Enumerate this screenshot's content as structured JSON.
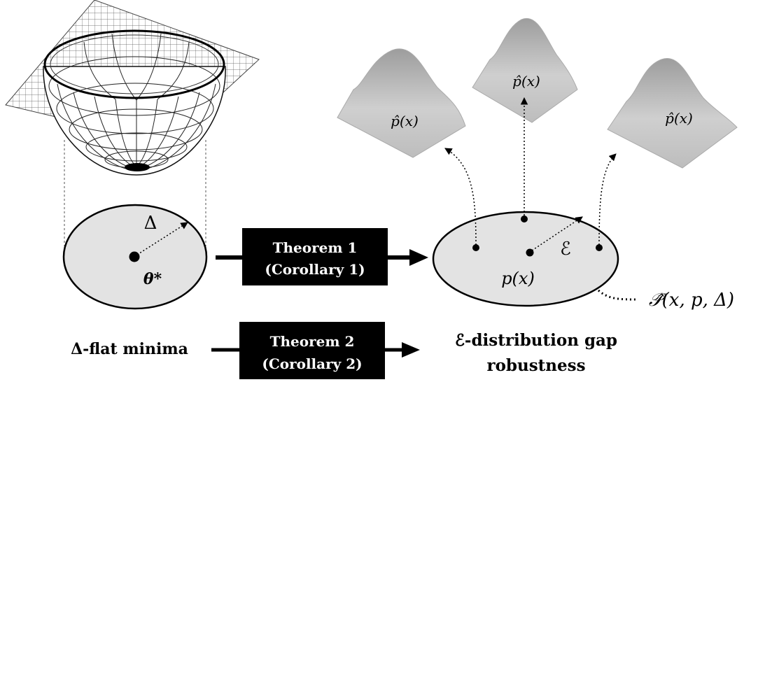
{
  "labels": {
    "delta": "Δ",
    "theta_star": "θ*",
    "epsilon": "ℰ",
    "p_x": "p(x)",
    "p_hat": "p̂(x)",
    "p_hat_center": "p̂(x)",
    "p_hat_right": "p̂(x)",
    "family": "𝒫̂(x, p, Δ)",
    "flat_minima": "Δ-flat minima",
    "robustness_line1": "ℰ-distribution gap",
    "robustness_line2": "robustness"
  },
  "theorem1": {
    "line1": "Theorem 1",
    "line2": "(Corollary 1)"
  },
  "theorem2": {
    "line1": "Theorem 2",
    "line2": "(Corollary 2)"
  },
  "colors": {
    "ellipse_fill": "#e3e3e3",
    "box_fill": "#000000",
    "surface": "#c4c4c4"
  }
}
